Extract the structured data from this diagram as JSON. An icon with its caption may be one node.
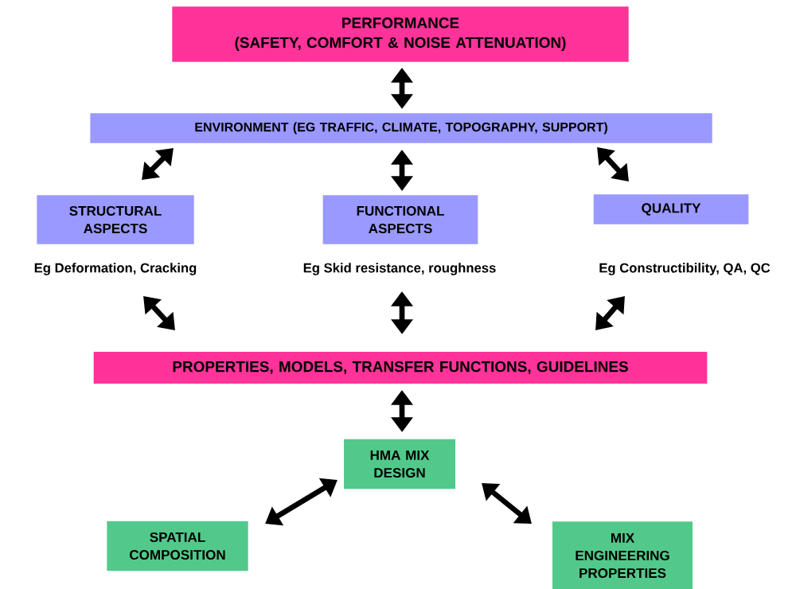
{
  "diagram": {
    "nodes": [
      {
        "text": [
          "PERFORMANCE",
          "(SAFETY, COMFORT & NOISE ATTENUATION)"
        ]
      },
      {
        "text": [
          "ENVIRONMENT (EG TRAFFIC, CLIMATE, TOPOGRAPHY, SUPPORT)"
        ]
      },
      {
        "text": [
          "STRUCTURAL ASPECTS"
        ],
        "beside": [
          "Eg Deformation, Cracking"
        ]
      },
      {
        "text": [
          "FUNCTIONAL ASPECTS"
        ],
        "beside": [
          "Eg Skid resistance, roughness"
        ]
      },
      {
        "text": [
          "QUALITY"
        ],
        "beside": [
          "Eg Constructibility, QA, QC"
        ]
      },
      {
        "text": [
          "PROPERTIES, MODELS, TRANSFER FUNCTIONS, GUIDELINES"
        ]
      },
      {
        "text": [
          "HMA MIX DESIGN"
        ]
      },
      {
        "text": [
          "SPATIAL COMPOSITION"
        ]
      },
      {
        "text": [
          "MIX ENGINEERING PROPERTIES"
        ]
      }
    ],
    "edges": [
      {
        "from": 0,
        "to": 1,
        "arrow": "both"
      },
      {
        "from": 1,
        "to": 2,
        "arrow": "both"
      },
      {
        "from": 1,
        "to": 3,
        "arrow": "both"
      },
      {
        "from": 1,
        "to": 4,
        "arrow": "both"
      },
      {
        "from": 2,
        "to": 5,
        "arrow": "both"
      },
      {
        "from": 3,
        "to": 5,
        "arrow": "both"
      },
      {
        "from": 4,
        "to": 5,
        "arrow": "both"
      },
      {
        "from": 5,
        "to": 6,
        "arrow": "both"
      },
      {
        "from": 6,
        "to": 7,
        "arrow": "both"
      },
      {
        "from": 6,
        "to": 8,
        "arrow": "both"
      }
    ]
  }
}
